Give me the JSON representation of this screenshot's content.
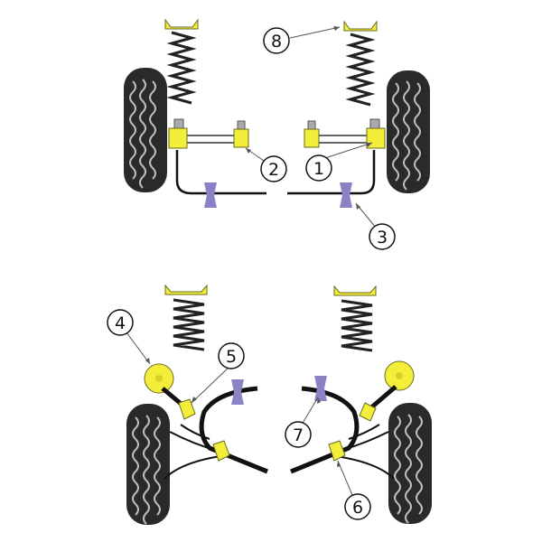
{
  "colors": {
    "bush": "#f2ee3a",
    "bush_dark": "#d6d02a",
    "bush_outline": "#6a6a20",
    "tyre": "#2a2a2a",
    "tread": "#bdbdbd",
    "mount": "#8a83c6",
    "line": "#111111",
    "spring": "#222222"
  },
  "callouts": [
    {
      "id": "c1",
      "label": "1"
    },
    {
      "id": "c2",
      "label": "2"
    },
    {
      "id": "c3",
      "label": "3"
    },
    {
      "id": "c4",
      "label": "4"
    },
    {
      "id": "c5",
      "label": "5"
    },
    {
      "id": "c6",
      "label": "6"
    },
    {
      "id": "c7",
      "label": "7"
    },
    {
      "id": "c8",
      "label": "8"
    }
  ]
}
